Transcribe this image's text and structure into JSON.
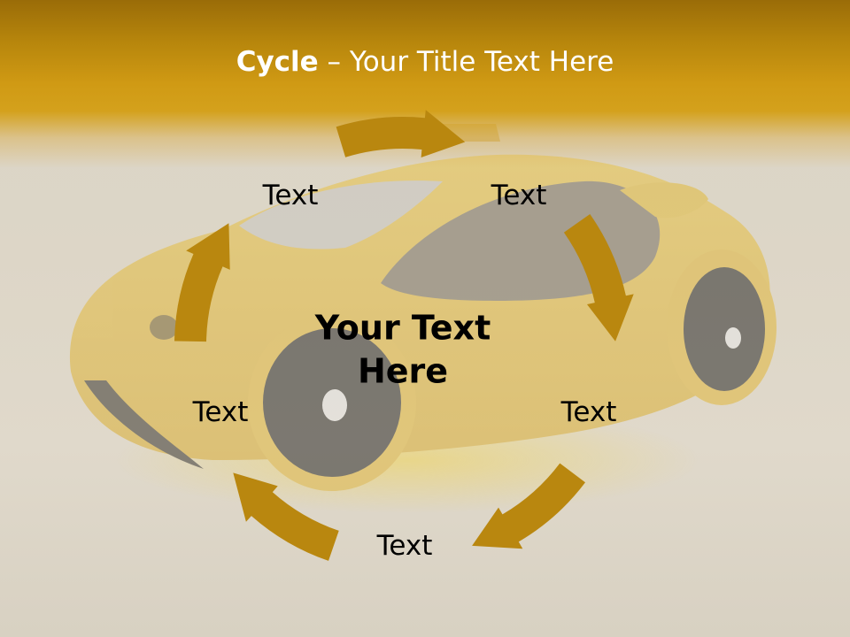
{
  "slide": {
    "title_bold": "Cycle",
    "title_rest": " – Your Title Text Here",
    "center_text": "Your Text Here",
    "nodes": [
      {
        "label": "Text"
      },
      {
        "label": "Text"
      },
      {
        "label": "Text"
      },
      {
        "label": "Text"
      },
      {
        "label": "Text"
      }
    ],
    "arrow_count": 5,
    "background_image": "yellow-concept-taxi-car",
    "colors": {
      "header_gold": "#d09a14",
      "arrow_gold": "#b9870f",
      "background": "#ddd6c7",
      "title_text": "#ffffff",
      "label_text": "#000000"
    }
  }
}
